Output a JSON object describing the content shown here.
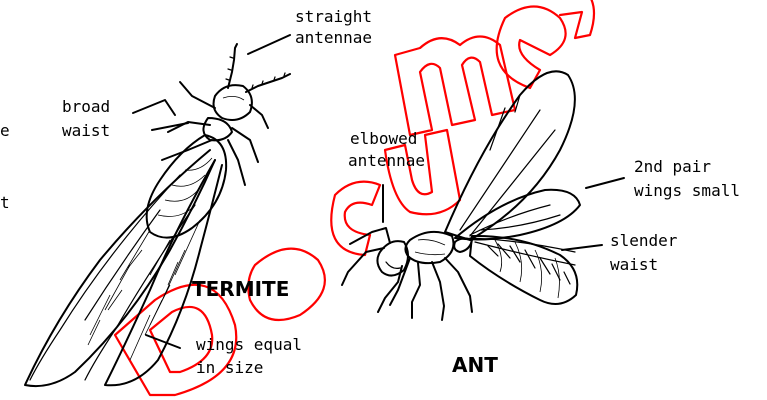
{
  "labels": {
    "straight_antennae_1": "straight",
    "straight_antennae_2": "antennae",
    "broad_waist_1": "broad",
    "broad_waist_2": "waist",
    "elbowed_antennae_1": "elbowed",
    "elbowed_antennae_2": "antennae",
    "second_pair_1": "2nd pair",
    "second_pair_2": "wings small",
    "slender_waist_1": "slender",
    "slender_waist_2": "waist",
    "wings_equal_1": "wings equal",
    "wings_equal_2": "in size",
    "edge_fragment_1": "e",
    "edge_fragment_2": "t"
  },
  "titles": {
    "termite": "TERMITE",
    "ant": "ANT"
  },
  "watermark_text": "Document",
  "colors": {
    "ink": "#000000",
    "watermark": "#ff0000",
    "background": "#ffffff"
  }
}
